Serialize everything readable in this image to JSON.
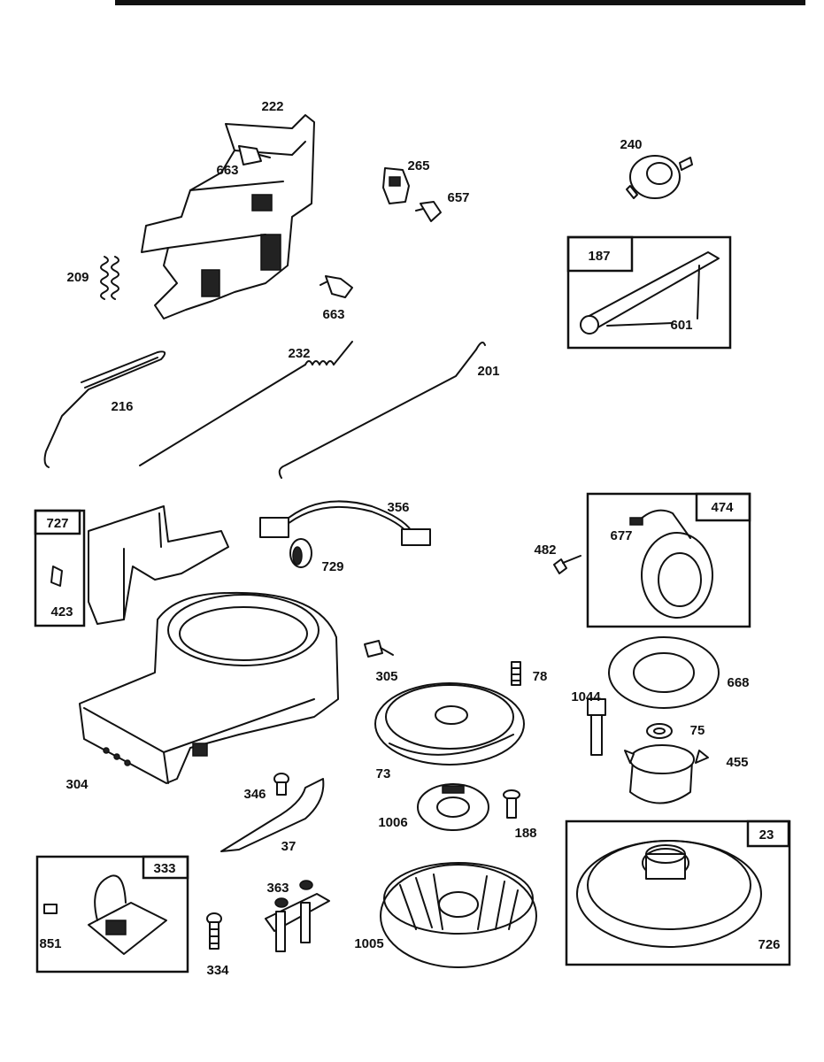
{
  "diagram": {
    "parts": {
      "p222": "222",
      "p663a": "663",
      "p663b": "663",
      "p209": "209",
      "p265": "265",
      "p657": "657",
      "p240": "240",
      "p187": "187",
      "p601": "601",
      "p232": "232",
      "p201": "201",
      "p216": "216",
      "p727": "727",
      "p423": "423",
      "p356": "356",
      "p729": "729",
      "p474": "474",
      "p482": "482",
      "p677": "677",
      "p305": "305",
      "p78": "78",
      "p668": "668",
      "p1044": "1044",
      "p75": "75",
      "p304": "304",
      "p73": "73",
      "p455": "455",
      "p346": "346",
      "p1006": "1006",
      "p188": "188",
      "p37": "37",
      "p23": "23",
      "p333": "333",
      "p851": "851",
      "p363": "363",
      "p334": "334",
      "p1005": "1005",
      "p726": "726"
    }
  }
}
